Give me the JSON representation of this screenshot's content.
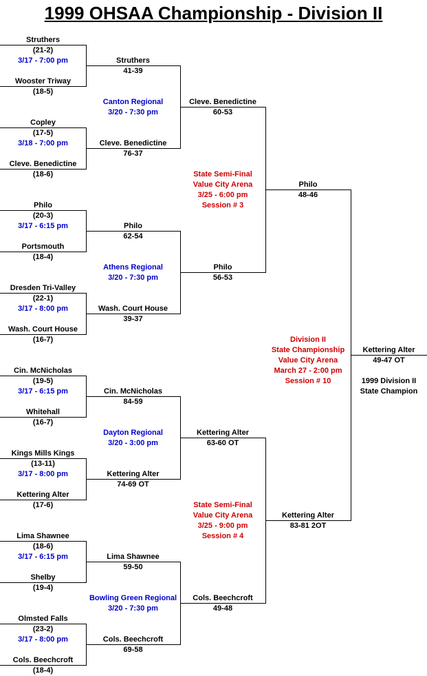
{
  "title": "1999 OHSAA Championship - Division II",
  "first_round": [
    {
      "game_time": "3/17 - 7:00 pm",
      "top": {
        "team": "Struthers",
        "record": "(21-2)"
      },
      "bottom": {
        "team": "Wooster Triway",
        "record": "(18-5)"
      }
    },
    {
      "game_time": "3/18 - 7:00 pm",
      "top": {
        "team": "Copley",
        "record": "(17-5)"
      },
      "bottom": {
        "team": "Cleve. Benedictine",
        "record": "(18-6)"
      }
    },
    {
      "game_time": "3/17 - 6:15 pm",
      "top": {
        "team": "Philo",
        "record": "(20-3)"
      },
      "bottom": {
        "team": "Portsmouth",
        "record": "(18-4)"
      }
    },
    {
      "game_time": "3/17 - 8:00 pm",
      "top": {
        "team": "Dresden Tri-Valley",
        "record": "(22-1)"
      },
      "bottom": {
        "team": "Wash. Court House",
        "record": "(16-7)"
      }
    },
    {
      "game_time": "3/17 - 6:15 pm",
      "top": {
        "team": "Cin. McNicholas",
        "record": "(19-5)"
      },
      "bottom": {
        "team": "Whitehall",
        "record": "(16-7)"
      }
    },
    {
      "game_time": "3/17 - 8:00 pm",
      "top": {
        "team": "Kings Mills Kings",
        "record": "(13-11)"
      },
      "bottom": {
        "team": "Kettering Alter",
        "record": "(17-6)"
      }
    },
    {
      "game_time": "3/17 - 6:15 pm",
      "top": {
        "team": "Lima Shawnee",
        "record": "(18-6)"
      },
      "bottom": {
        "team": "Shelby",
        "record": "(19-4)"
      }
    },
    {
      "game_time": "3/17 - 8:00 pm",
      "top": {
        "team": "Olmsted Falls",
        "record": "(23-2)"
      },
      "bottom": {
        "team": "Cols. Beechcroft",
        "record": "(18-4)"
      }
    }
  ],
  "second_round": [
    {
      "team": "Struthers",
      "score": "41-39"
    },
    {
      "team": "Cleve. Benedictine",
      "score": "76-37"
    },
    {
      "team": "Philo",
      "score": "62-54"
    },
    {
      "team": "Wash. Court House",
      "score": "39-37"
    },
    {
      "team": "Cin. McNicholas",
      "score": "84-59"
    },
    {
      "team": "Kettering Alter",
      "score": "74-69 OT"
    },
    {
      "team": "Lima Shawnee",
      "score": "59-50"
    },
    {
      "team": "Cols. Beechcroft",
      "score": "69-58"
    }
  ],
  "regionals": [
    {
      "name": "Canton Regional",
      "time": "3/20 - 7:30 pm"
    },
    {
      "name": "Athens Regional",
      "time": "3/20 - 7:30 pm"
    },
    {
      "name": "Dayton Regional",
      "time": "3/20 - 3:00 pm"
    },
    {
      "name": "Bowling Green Regional",
      "time": "3/20 - 7:30 pm"
    }
  ],
  "regional_winners": [
    {
      "team": "Cleve. Benedictine",
      "score": "60-53"
    },
    {
      "team": "Philo",
      "score": "56-53"
    },
    {
      "team": "Kettering Alter",
      "score": "63-60 OT"
    },
    {
      "team": "Cols. Beechcroft",
      "score": "49-48"
    }
  ],
  "semifinals": [
    {
      "title": "State Semi-Final",
      "venue": "Value City Arena",
      "time": "3/25 - 6:00 pm",
      "session": "Session # 3"
    },
    {
      "title": "State Semi-Final",
      "venue": "Value City Arena",
      "time": "3/25 - 9:00 pm",
      "session": "Session # 4"
    }
  ],
  "semifinal_winners": [
    {
      "team": "Philo",
      "score": "48-46"
    },
    {
      "team": "Kettering Alter",
      "score": "83-81 2OT"
    }
  ],
  "final": {
    "line1": "Division II",
    "line2": "State Championship",
    "venue": "Value City Arena",
    "time": "March 27 - 2:00 pm",
    "session": "Session # 10"
  },
  "champion": {
    "team": "Kettering Alter",
    "score": "49-47 OT",
    "caption1": "1999 Division II",
    "caption2": "State Champion"
  }
}
